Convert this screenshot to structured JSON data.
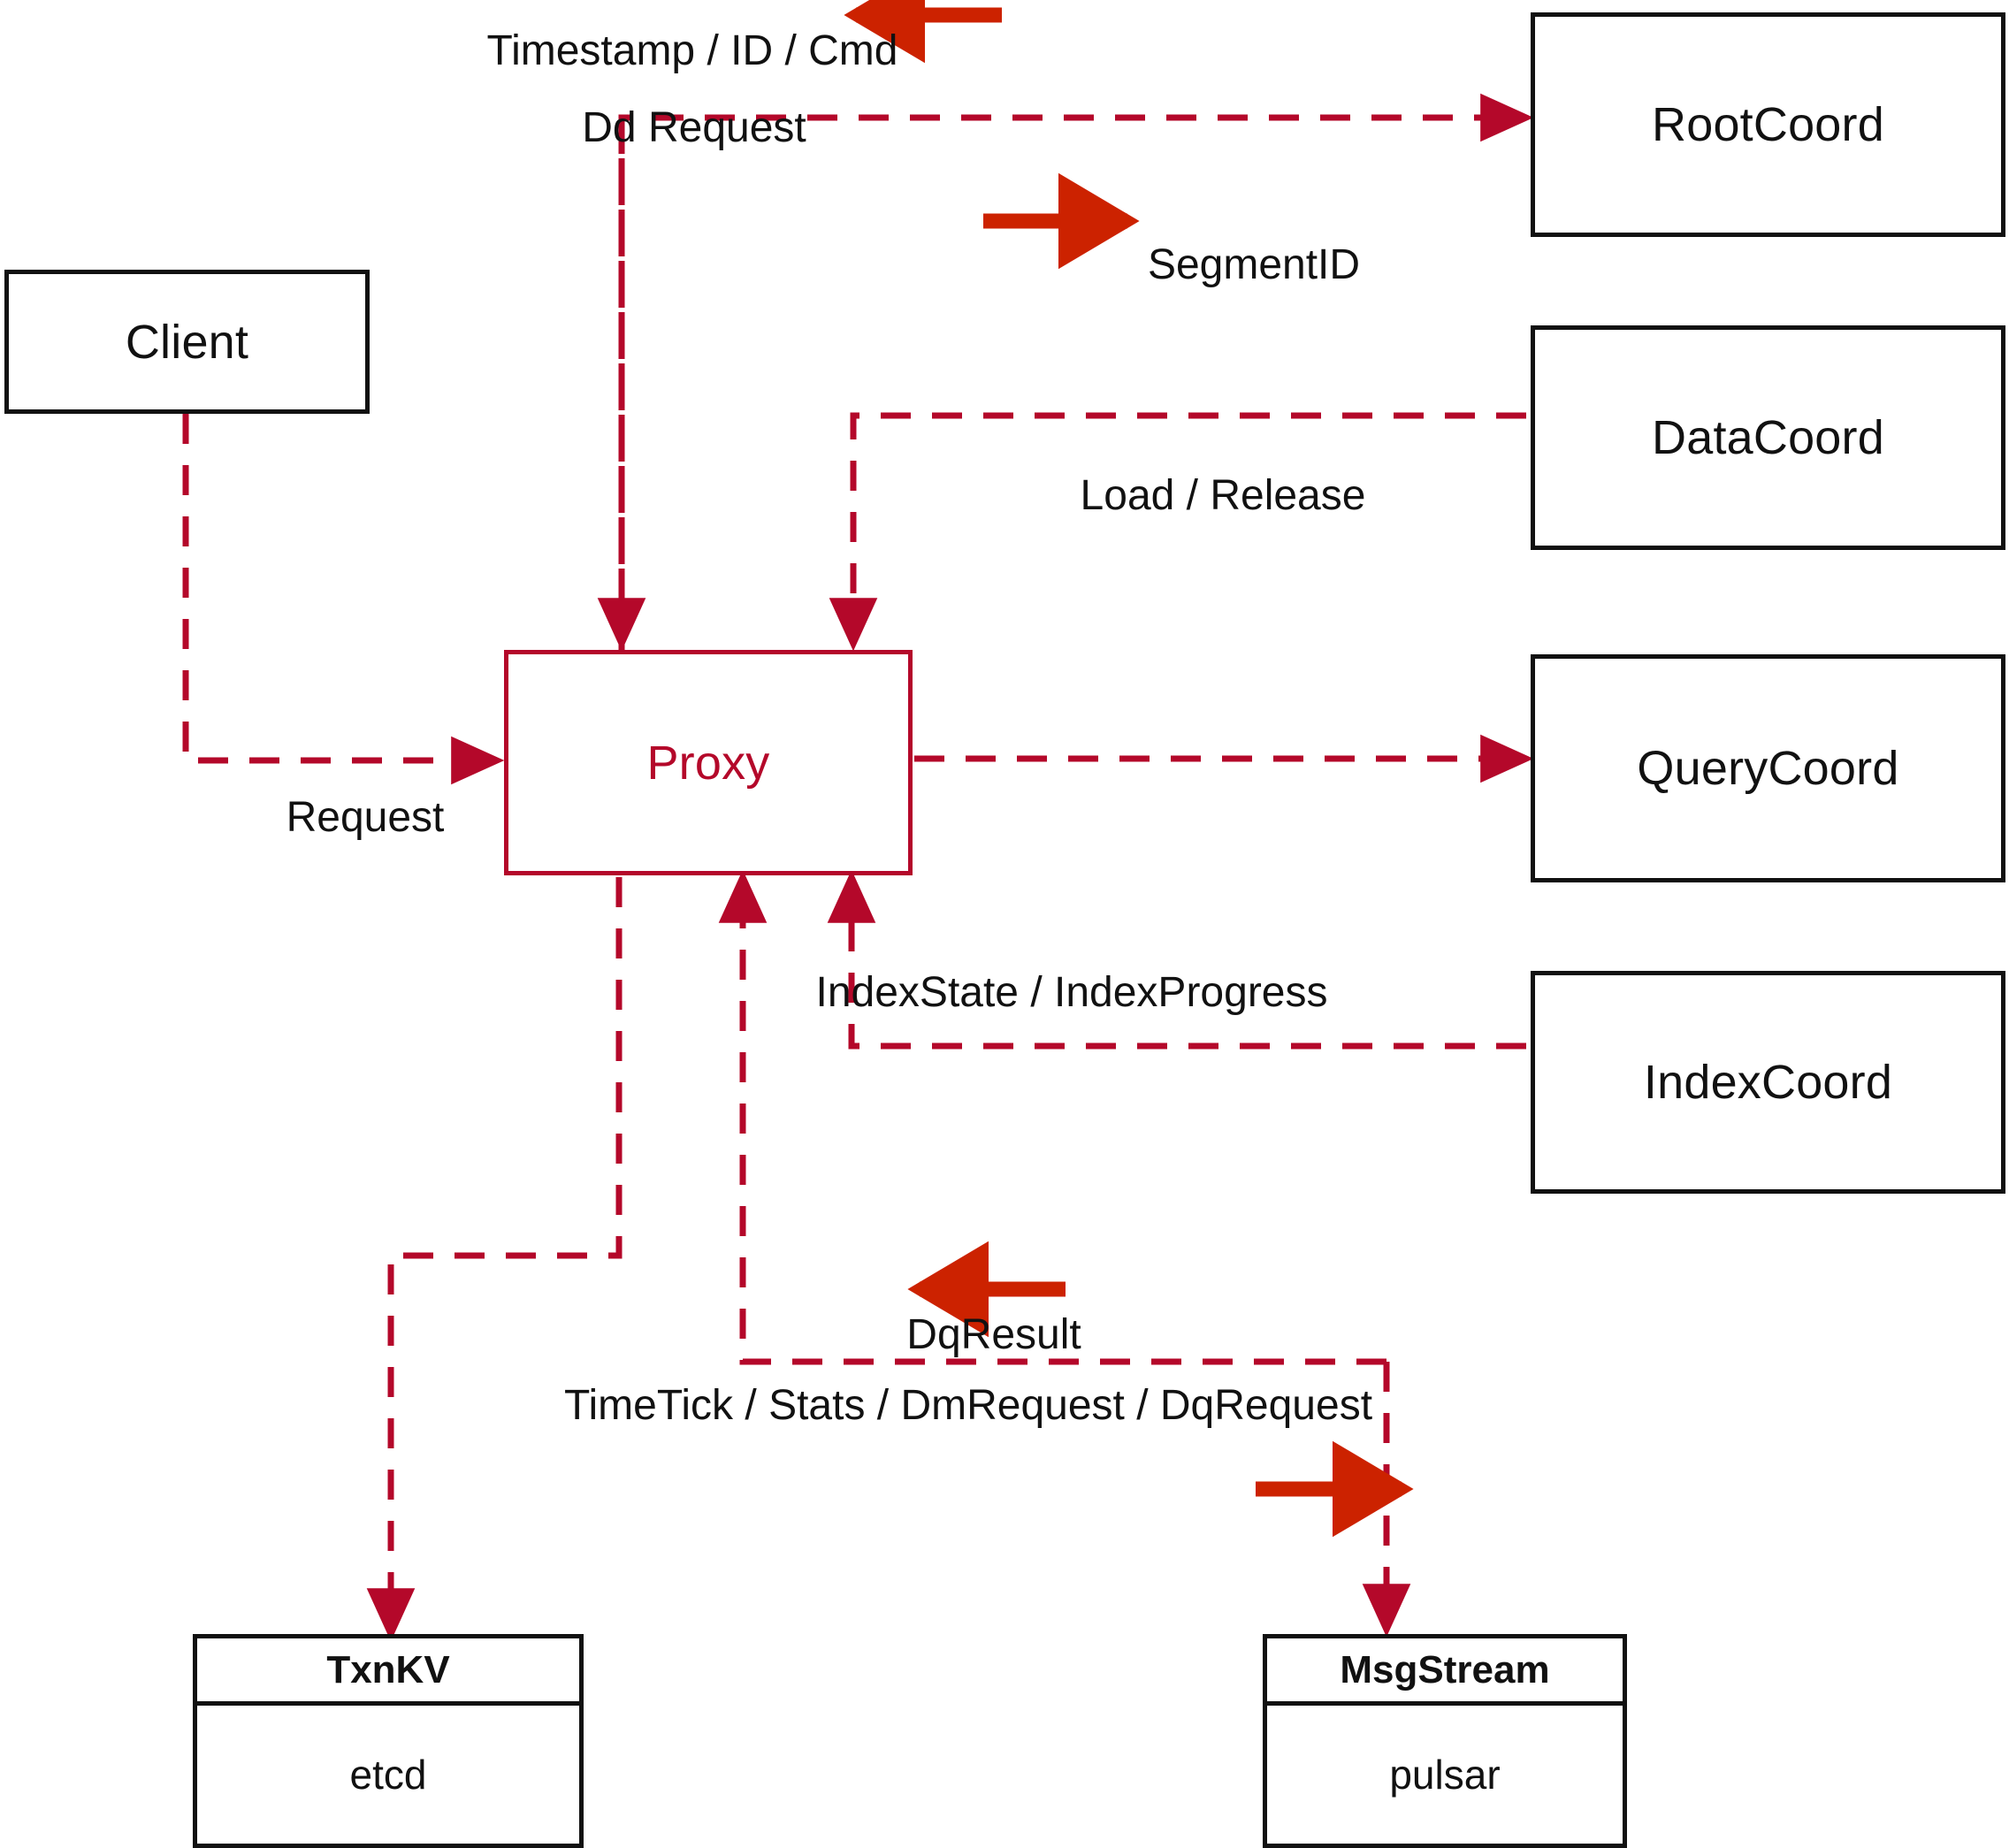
{
  "diagram": {
    "type": "architecture-flow-diagram",
    "accent_color": "#B4082A",
    "arrow_color": "#CC2200",
    "node_border_color": "#111111",
    "background": "#FFFFFF"
  },
  "nodes": {
    "client": {
      "label": "Client"
    },
    "proxy": {
      "label": "Proxy"
    },
    "root_coord": {
      "label": "RootCoord"
    },
    "data_coord": {
      "label": "DataCoord"
    },
    "query_coord": {
      "label": "QueryCoord"
    },
    "index_coord": {
      "label": "IndexCoord"
    },
    "txnkv": {
      "header": "TxnKV",
      "body": "etcd"
    },
    "msgstream": {
      "header": "MsgStream",
      "body": "pulsar"
    }
  },
  "edge_labels": {
    "timestamp_id_cmd": "Timestamp / ID / Cmd",
    "dd_request": "Dd Request",
    "segment_id": "SegmentID",
    "request": "Request",
    "load_release": "Load / Release",
    "index_state_progress": "IndexState / IndexProgress",
    "dq_result": "DqResult",
    "timetick_stats": "TimeTick / Stats / DmRequest / DqRequest"
  },
  "direction_markers": {
    "timestamp_arrow": "arrow-left",
    "dd_request_arrow": "arrow-right",
    "dq_result_arrow": "arrow-left",
    "msgstream_arrow": "arrow-right"
  }
}
